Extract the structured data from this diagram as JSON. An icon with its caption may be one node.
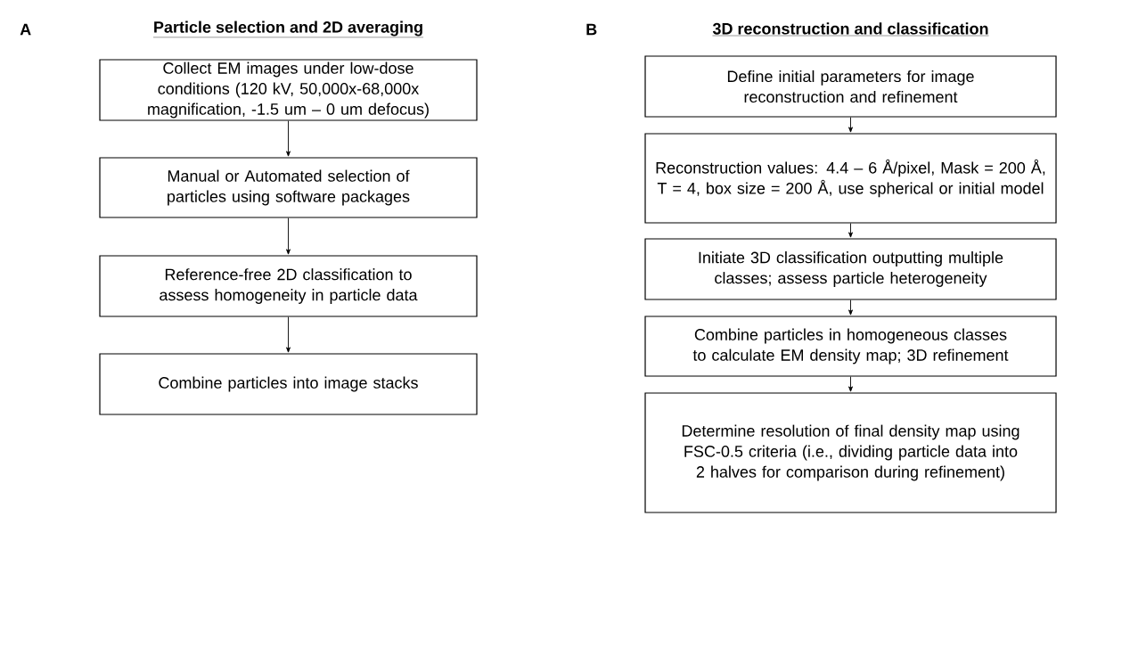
{
  "diagram": {
    "nodes": [
      {
        "text": [
          "Collect EM images under low-dose conditions (120 kV, 50,000x-68,000x magnification, -1.5 um – 0 um defocus)"
        ]
      },
      {
        "text": [
          "Manual or Automated selection of particles using software packages"
        ]
      },
      {
        "text": [
          "Reference-free 2D classification to assess homogeneity in particle data"
        ]
      },
      {
        "text": [
          "Combine particles into image stacks"
        ]
      },
      {
        "text": [
          "Define initial parameters for image reconstruction and refinement"
        ]
      },
      {
        "text": [
          "Reconstruction values: 4.4 – 6 Å/pixel, Mask = 200 Å, T = 4, box size = 200 Å, use spherical or initial model"
        ]
      },
      {
        "text": [
          "Initiate 3D classification outputting multiple classes; assess particle heterogeneity"
        ]
      },
      {
        "text": [
          "Combine particles in homogeneous classes to calculate EM density map; 3D refinement"
        ]
      },
      {
        "text": [
          "Determine resolution of final density map using FSC-0.5 criteria (i.e., dividing particle data into 2 halves for comparison during refinement)"
        ]
      }
    ],
    "edges": [
      {
        "from": 0,
        "to": 1,
        "arrow": "to"
      },
      {
        "from": 1,
        "to": 2,
        "arrow": "to"
      },
      {
        "from": 2,
        "to": 3,
        "arrow": "to"
      },
      {
        "from": 4,
        "to": 5,
        "arrow": "to"
      },
      {
        "from": 5,
        "to": 6,
        "arrow": "to"
      },
      {
        "from": 6,
        "to": 7,
        "arrow": "to"
      },
      {
        "from": 7,
        "to": 8,
        "arrow": "to"
      }
    ],
    "labels": [
      "A",
      "Particle selection and 2D averaging",
      "B",
      "3D reconstruction and classification"
    ]
  }
}
